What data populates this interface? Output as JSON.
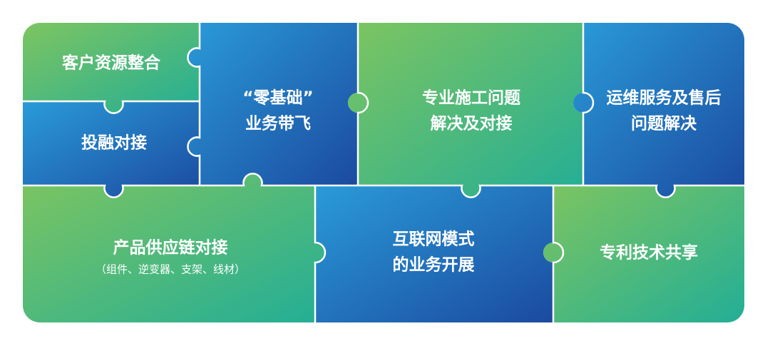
{
  "colors": {
    "green_start": "#7dc560",
    "green_end": "#23ae96",
    "blue_start": "#2a9bd8",
    "blue_end": "#1b4aa0",
    "seam": "#ffffff",
    "text": "#ffffff"
  },
  "pieces": [
    {
      "id": "customer-resources",
      "lines": [
        "客户资源整合"
      ],
      "fill": "green"
    },
    {
      "id": "investment-financing",
      "lines": [
        "投融对接"
      ],
      "fill": "blue"
    },
    {
      "id": "zero-basis",
      "lines": [
        "“零基础”",
        "业务带飞"
      ],
      "fill": "blue"
    },
    {
      "id": "construction-issues",
      "lines": [
        "专业施工问题",
        "解决及对接"
      ],
      "fill": "green"
    },
    {
      "id": "om-aftersales",
      "lines": [
        "运维服务及售后",
        "问题解决"
      ],
      "fill": "blue"
    },
    {
      "id": "product-supply",
      "lines": [
        "产品供应链对接"
      ],
      "sub": "（组件、逆变器、支架、线材）",
      "fill": "green"
    },
    {
      "id": "internet-model",
      "lines": [
        "互联网模式",
        "的业务开展"
      ],
      "fill": "blue"
    },
    {
      "id": "patent-sharing",
      "lines": [
        "专利技术共享"
      ],
      "fill": "green"
    }
  ]
}
